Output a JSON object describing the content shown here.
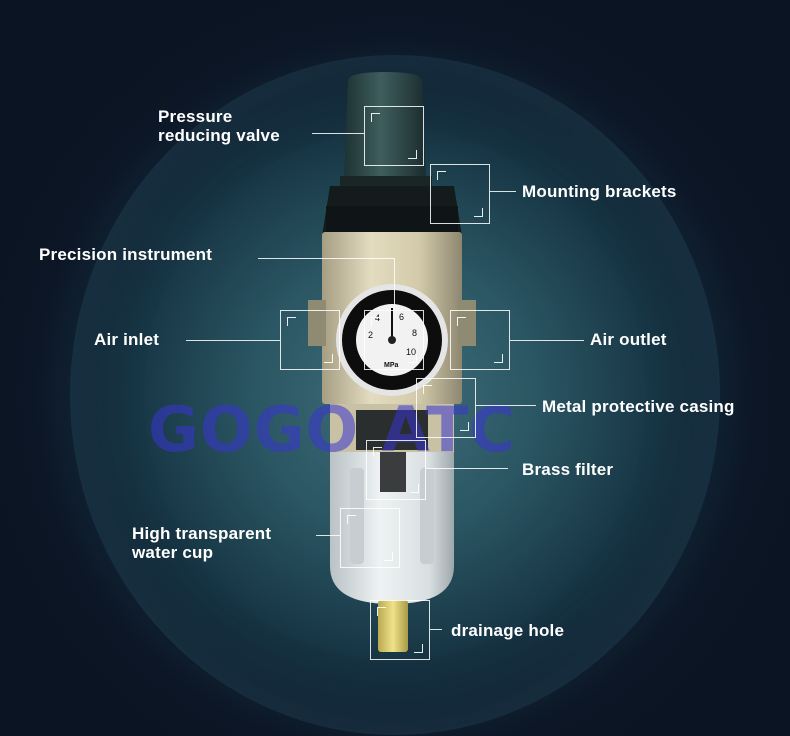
{
  "labels": {
    "pressure_valve": "Pressure reducing valve",
    "mounting": "Mounting brackets",
    "precision": "Precision instrument",
    "air_inlet": "Air inlet",
    "air_outlet": "Air outlet",
    "metal_casing": "Metal protective casing",
    "brass_filter": "Brass filter",
    "water_cup": "High transparent water cup",
    "drainage": "drainage hole"
  },
  "watermark": "GOGO ATC",
  "gauge": {
    "ticks": [
      "2",
      "4",
      "6",
      "8",
      "10"
    ],
    "unit": "MPa"
  },
  "colors": {
    "background": "#0c1626",
    "glow": "#3f6f7a",
    "label": "#ffffff",
    "watermark": "#3834d2",
    "body": "#d8cfae",
    "knob": "#2f4a4a"
  }
}
